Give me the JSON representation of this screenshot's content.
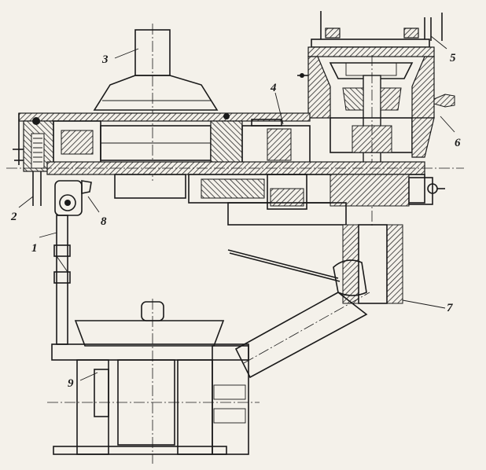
{
  "figure": {
    "labels": [
      {
        "key": "l1",
        "text": "1"
      },
      {
        "key": "l2",
        "text": "2"
      },
      {
        "key": "l3",
        "text": "3"
      },
      {
        "key": "l4",
        "text": "4"
      },
      {
        "key": "l5",
        "text": "5"
      },
      {
        "key": "l6",
        "text": "6"
      },
      {
        "key": "l7",
        "text": "7"
      },
      {
        "key": "l8",
        "text": "8"
      },
      {
        "key": "l9",
        "text": "9"
      }
    ]
  },
  "colors": {
    "paper": "#f4f1ea",
    "ink": "#1a1a1a",
    "hatch": "#3a3a3a"
  }
}
